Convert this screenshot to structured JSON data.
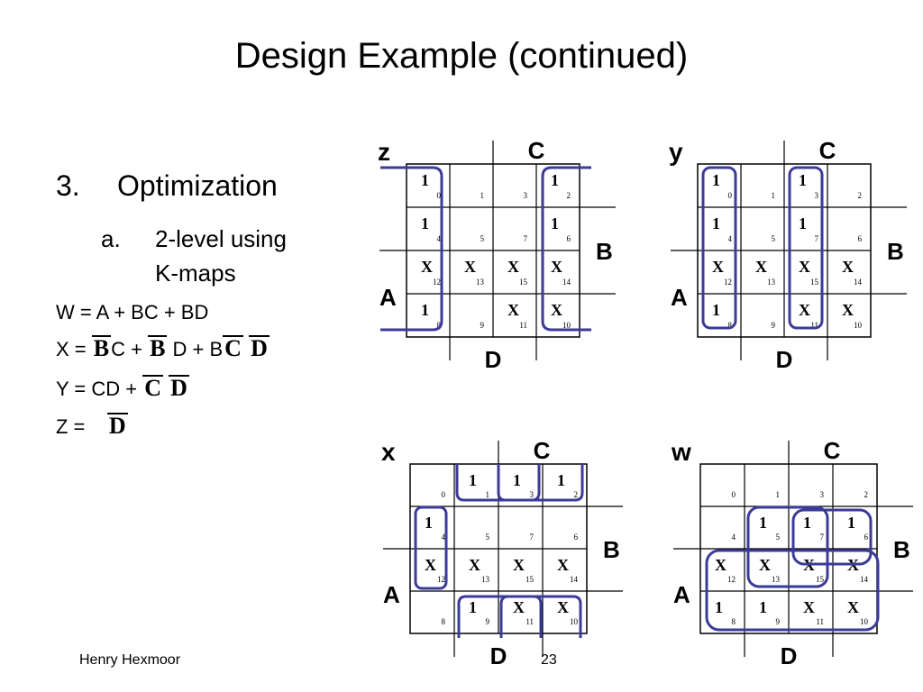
{
  "title": "Design Example (continued)",
  "outline": {
    "item_number": "3.",
    "item_label": "Optimization",
    "sub_letter": "a.",
    "sub_line1": "2-level using",
    "sub_line2": "K-maps"
  },
  "equations": {
    "w": "W = A + BC + BD",
    "x_prefix": "X = ",
    "x_b1": "B",
    "x_mid1": "C + ",
    "x_b2": "B",
    "x_mid2": " D + B",
    "x_c": "C",
    "x_d": "D",
    "y_prefix": "Y = CD + ",
    "y_c": "C",
    "y_d": "D",
    "z_prefix": "Z = ",
    "z_d": "D"
  },
  "axis_labels": {
    "c": "C",
    "b": "B",
    "a": "A",
    "d": "D"
  },
  "footer": {
    "author": "Henry Hexmoor",
    "page": "23"
  },
  "kmaps": [
    {
      "name": "z",
      "cells": [
        [
          "1",
          "",
          "",
          "1"
        ],
        [
          "1",
          "",
          "",
          "1"
        ],
        [
          "X",
          "X",
          "X",
          "X"
        ],
        [
          "1",
          "",
          "X",
          "X"
        ]
      ]
    },
    {
      "name": "y",
      "cells": [
        [
          "1",
          "",
          "1",
          ""
        ],
        [
          "1",
          "",
          "1",
          ""
        ],
        [
          "X",
          "X",
          "X",
          "X"
        ],
        [
          "1",
          "",
          "X",
          "X"
        ]
      ]
    },
    {
      "name": "x",
      "cells": [
        [
          "",
          "1",
          "1",
          "1"
        ],
        [
          "1",
          "",
          "",
          ""
        ],
        [
          "X",
          "X",
          "X",
          "X"
        ],
        [
          "",
          "1",
          "X",
          "X"
        ]
      ]
    },
    {
      "name": "w",
      "cells": [
        [
          "",
          "",
          "",
          ""
        ],
        [
          "",
          "1",
          "1",
          "1"
        ],
        [
          "X",
          "X",
          "X",
          "X"
        ],
        [
          "1",
          "1",
          "X",
          "X"
        ]
      ]
    }
  ],
  "minterms": [
    [
      "0",
      "1",
      "3",
      "2"
    ],
    [
      "4",
      "5",
      "7",
      "6"
    ],
    [
      "12",
      "13",
      "15",
      "14"
    ],
    [
      "8",
      "9",
      "11",
      "10"
    ]
  ],
  "colors": {
    "loop": "#3b3b98",
    "text": "#000000"
  }
}
